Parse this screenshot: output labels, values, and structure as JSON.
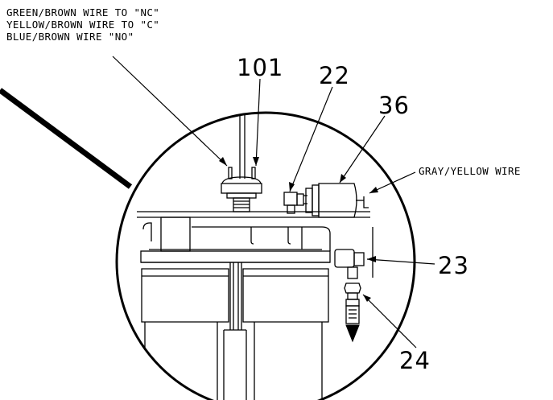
{
  "wire_notes": {
    "lines": [
      "GREEN/BROWN WIRE TO \"NC\"",
      "YELLOW/BROWN WIRE TO \"C\"",
      "BLUE/BROWN WIRE \"NO\""
    ],
    "gray_yellow": "GRAY/YELLOW WIRE"
  },
  "callouts": {
    "c101": "101",
    "c22": "22",
    "c36": "36",
    "c23": "23",
    "c24": "24"
  },
  "colors": {
    "ink": "#000000",
    "paper": "#ffffff"
  }
}
